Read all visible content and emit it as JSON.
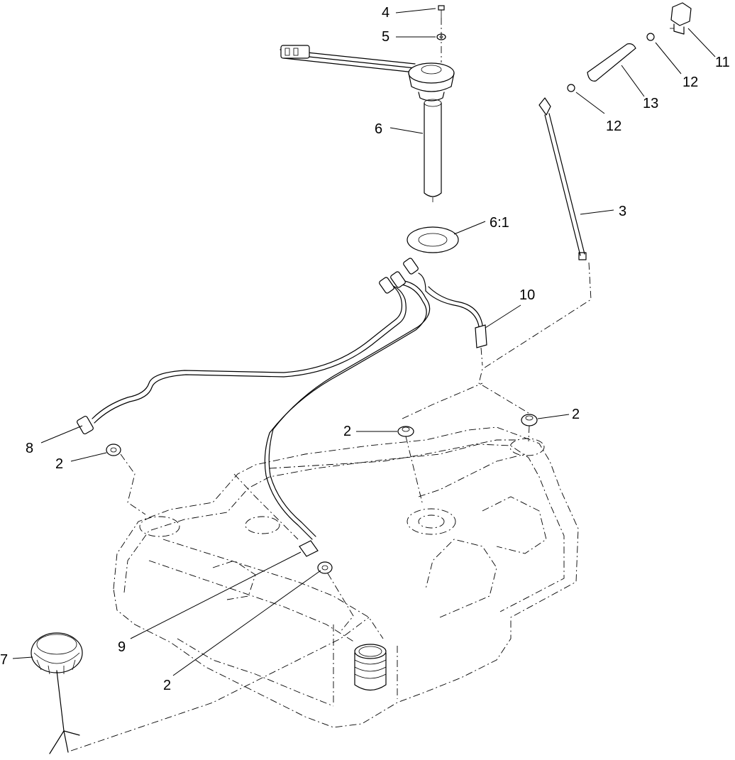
{
  "callouts": {
    "c4": "4",
    "c5": "5",
    "c6": "6",
    "c6_1": "6:1",
    "c3": "3",
    "c10": "10",
    "c11": "11",
    "c12a": "12",
    "c12b": "12",
    "c13": "13",
    "c8": "8",
    "c2_left": "2",
    "c2_mid": "2",
    "c2_right": "2",
    "c9": "9",
    "c2_bottom": "2",
    "c7": "7"
  },
  "icons": {
    "tank": "fuel-tank-icon",
    "sender": "fuel-sender-icon",
    "cap": "fuel-cap-icon"
  }
}
